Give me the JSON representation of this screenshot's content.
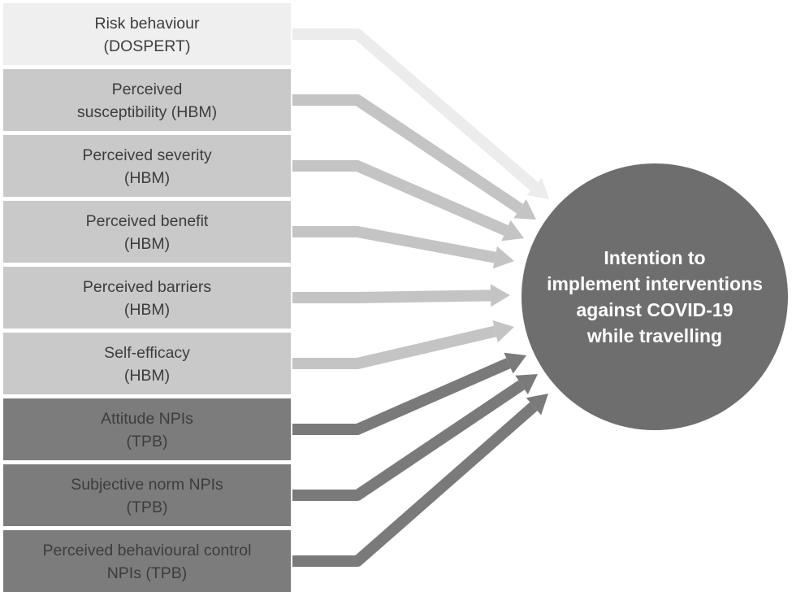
{
  "predictors": [
    {
      "lines": [
        "Risk behaviour",
        "(DOSPERT)"
      ],
      "fill": "#efefef",
      "arrow": "#ececec"
    },
    {
      "lines": [
        "Perceived",
        "susceptibility (HBM)"
      ],
      "fill": "#c9c9c9",
      "arrow": "#c4c4c4"
    },
    {
      "lines": [
        "Perceived severity",
        "(HBM)"
      ],
      "fill": "#c9c9c9",
      "arrow": "#c4c4c4"
    },
    {
      "lines": [
        "Perceived benefit",
        "(HBM)"
      ],
      "fill": "#c9c9c9",
      "arrow": "#c4c4c4"
    },
    {
      "lines": [
        "Perceived barriers",
        "(HBM)"
      ],
      "fill": "#c9c9c9",
      "arrow": "#c4c4c4"
    },
    {
      "lines": [
        "Self-efficacy",
        "(HBM)"
      ],
      "fill": "#c9c9c9",
      "arrow": "#c4c4c4"
    },
    {
      "lines": [
        "Attitude NPIs",
        "(TPB)"
      ],
      "fill": "#7c7c7c",
      "arrow": "#7a7a7a"
    },
    {
      "lines": [
        "Subjective norm NPIs",
        "(TPB)"
      ],
      "fill": "#7c7c7c",
      "arrow": "#7a7a7a"
    },
    {
      "lines": [
        "Perceived behavioural control",
        "NPIs (TPB)"
      ],
      "fill": "#7c7c7c",
      "arrow": "#7a7a7a"
    }
  ],
  "outcome": {
    "lines": [
      "Intention to",
      "implement interventions",
      "against COVID-19",
      "while travelling"
    ],
    "fill": "#6e6e6e"
  },
  "text_color": "#3d3d3d"
}
